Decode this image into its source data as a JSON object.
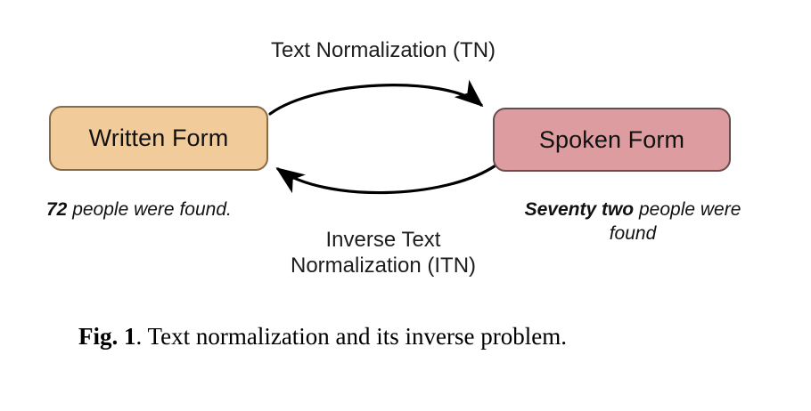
{
  "figure": {
    "caption_prefix": "Fig. 1",
    "caption_body": ". Text normalization and its inverse problem.",
    "background_color": "#ffffff"
  },
  "nodes": [
    {
      "id": "written-form",
      "label": "Written Form",
      "fill_color": "#f2cb9b",
      "border_color": "#8a6a46"
    },
    {
      "id": "spoken-form",
      "label": "Spoken Form",
      "fill_color": "#dd9ca0",
      "border_color": "#6b4c4e"
    }
  ],
  "edges": [
    {
      "id": "text-normalization",
      "label": "Text Normalization (TN)",
      "from": "written-form",
      "to": "spoken-form",
      "direction": "left-to-right",
      "stroke_color": "#000000"
    },
    {
      "id": "inverse-text-normalization",
      "label": "Inverse Text\nNormalization (ITN)",
      "from": "spoken-form",
      "to": "written-form",
      "direction": "right-to-left",
      "stroke_color": "#000000"
    }
  ],
  "examples": {
    "written": {
      "emphasis": "72",
      "remainder": " people were found."
    },
    "spoken": {
      "emphasis": "Seventy two",
      "remainder": " people were found"
    }
  }
}
